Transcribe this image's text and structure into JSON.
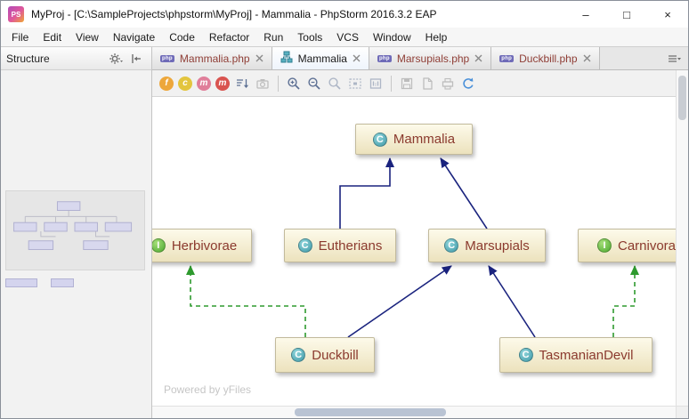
{
  "window": {
    "title": "MyProj - [C:\\SampleProjects\\phpstorm\\MyProj] - Mammalia - PhpStorm 2016.3.2 EAP",
    "app_badge": "PS",
    "minimize_glyph": "–",
    "maximize_glyph": "□",
    "close_glyph": "×"
  },
  "menu": {
    "items": [
      "File",
      "Edit",
      "View",
      "Navigate",
      "Code",
      "Refactor",
      "Run",
      "Tools",
      "VCS",
      "Window",
      "Help"
    ]
  },
  "structure_panel": {
    "title": "Structure"
  },
  "editor": {
    "tabs": [
      {
        "label": "Mammalia.php",
        "icon_text": "php",
        "active": false
      },
      {
        "label": "Mammalia",
        "active": true
      },
      {
        "label": "Marsupials.php",
        "icon_text": "php",
        "active": false
      },
      {
        "label": "Duckbill.php",
        "icon_text": "php",
        "active": false
      }
    ],
    "toolbar": {
      "toggles": [
        {
          "letter": "f",
          "color": "#eda73b"
        },
        {
          "letter": "c",
          "color": "#e3c53e"
        },
        {
          "letter": "m",
          "color": "#e07e9a"
        },
        {
          "letter": "m",
          "color": "#d9534f"
        }
      ]
    }
  },
  "diagram": {
    "watermark": "Powered by yFiles",
    "nodes": [
      {
        "label": "Mammalia",
        "kind": "class",
        "icon_letter": "C"
      },
      {
        "label": "Herbivorae",
        "kind": "interface",
        "icon_letter": "I"
      },
      {
        "label": "Eutherians",
        "kind": "class",
        "icon_letter": "C"
      },
      {
        "label": "Marsupials",
        "kind": "class",
        "icon_letter": "C"
      },
      {
        "label": "Carnivora",
        "kind": "interface",
        "icon_letter": "I"
      },
      {
        "label": "Duckbill",
        "kind": "class",
        "icon_letter": "C"
      },
      {
        "label": "TasmanianDevil",
        "kind": "class",
        "icon_letter": "C"
      }
    ],
    "edges": [
      {
        "from": "Eutherians",
        "to": "Mammalia",
        "type": "extends"
      },
      {
        "from": "Marsupials",
        "to": "Mammalia",
        "type": "extends"
      },
      {
        "from": "Duckbill",
        "to": "Marsupials",
        "type": "extends"
      },
      {
        "from": "TasmanianDevil",
        "to": "Marsupials",
        "type": "extends"
      },
      {
        "from": "Duckbill",
        "to": "Herbivorae",
        "type": "implements"
      },
      {
        "from": "TasmanianDevil",
        "to": "Carnivora",
        "type": "implements"
      }
    ],
    "colors": {
      "extends_edge": "#1a237e",
      "implements_edge": "#2e9a2e",
      "node_label": "#8b3a2e"
    }
  }
}
